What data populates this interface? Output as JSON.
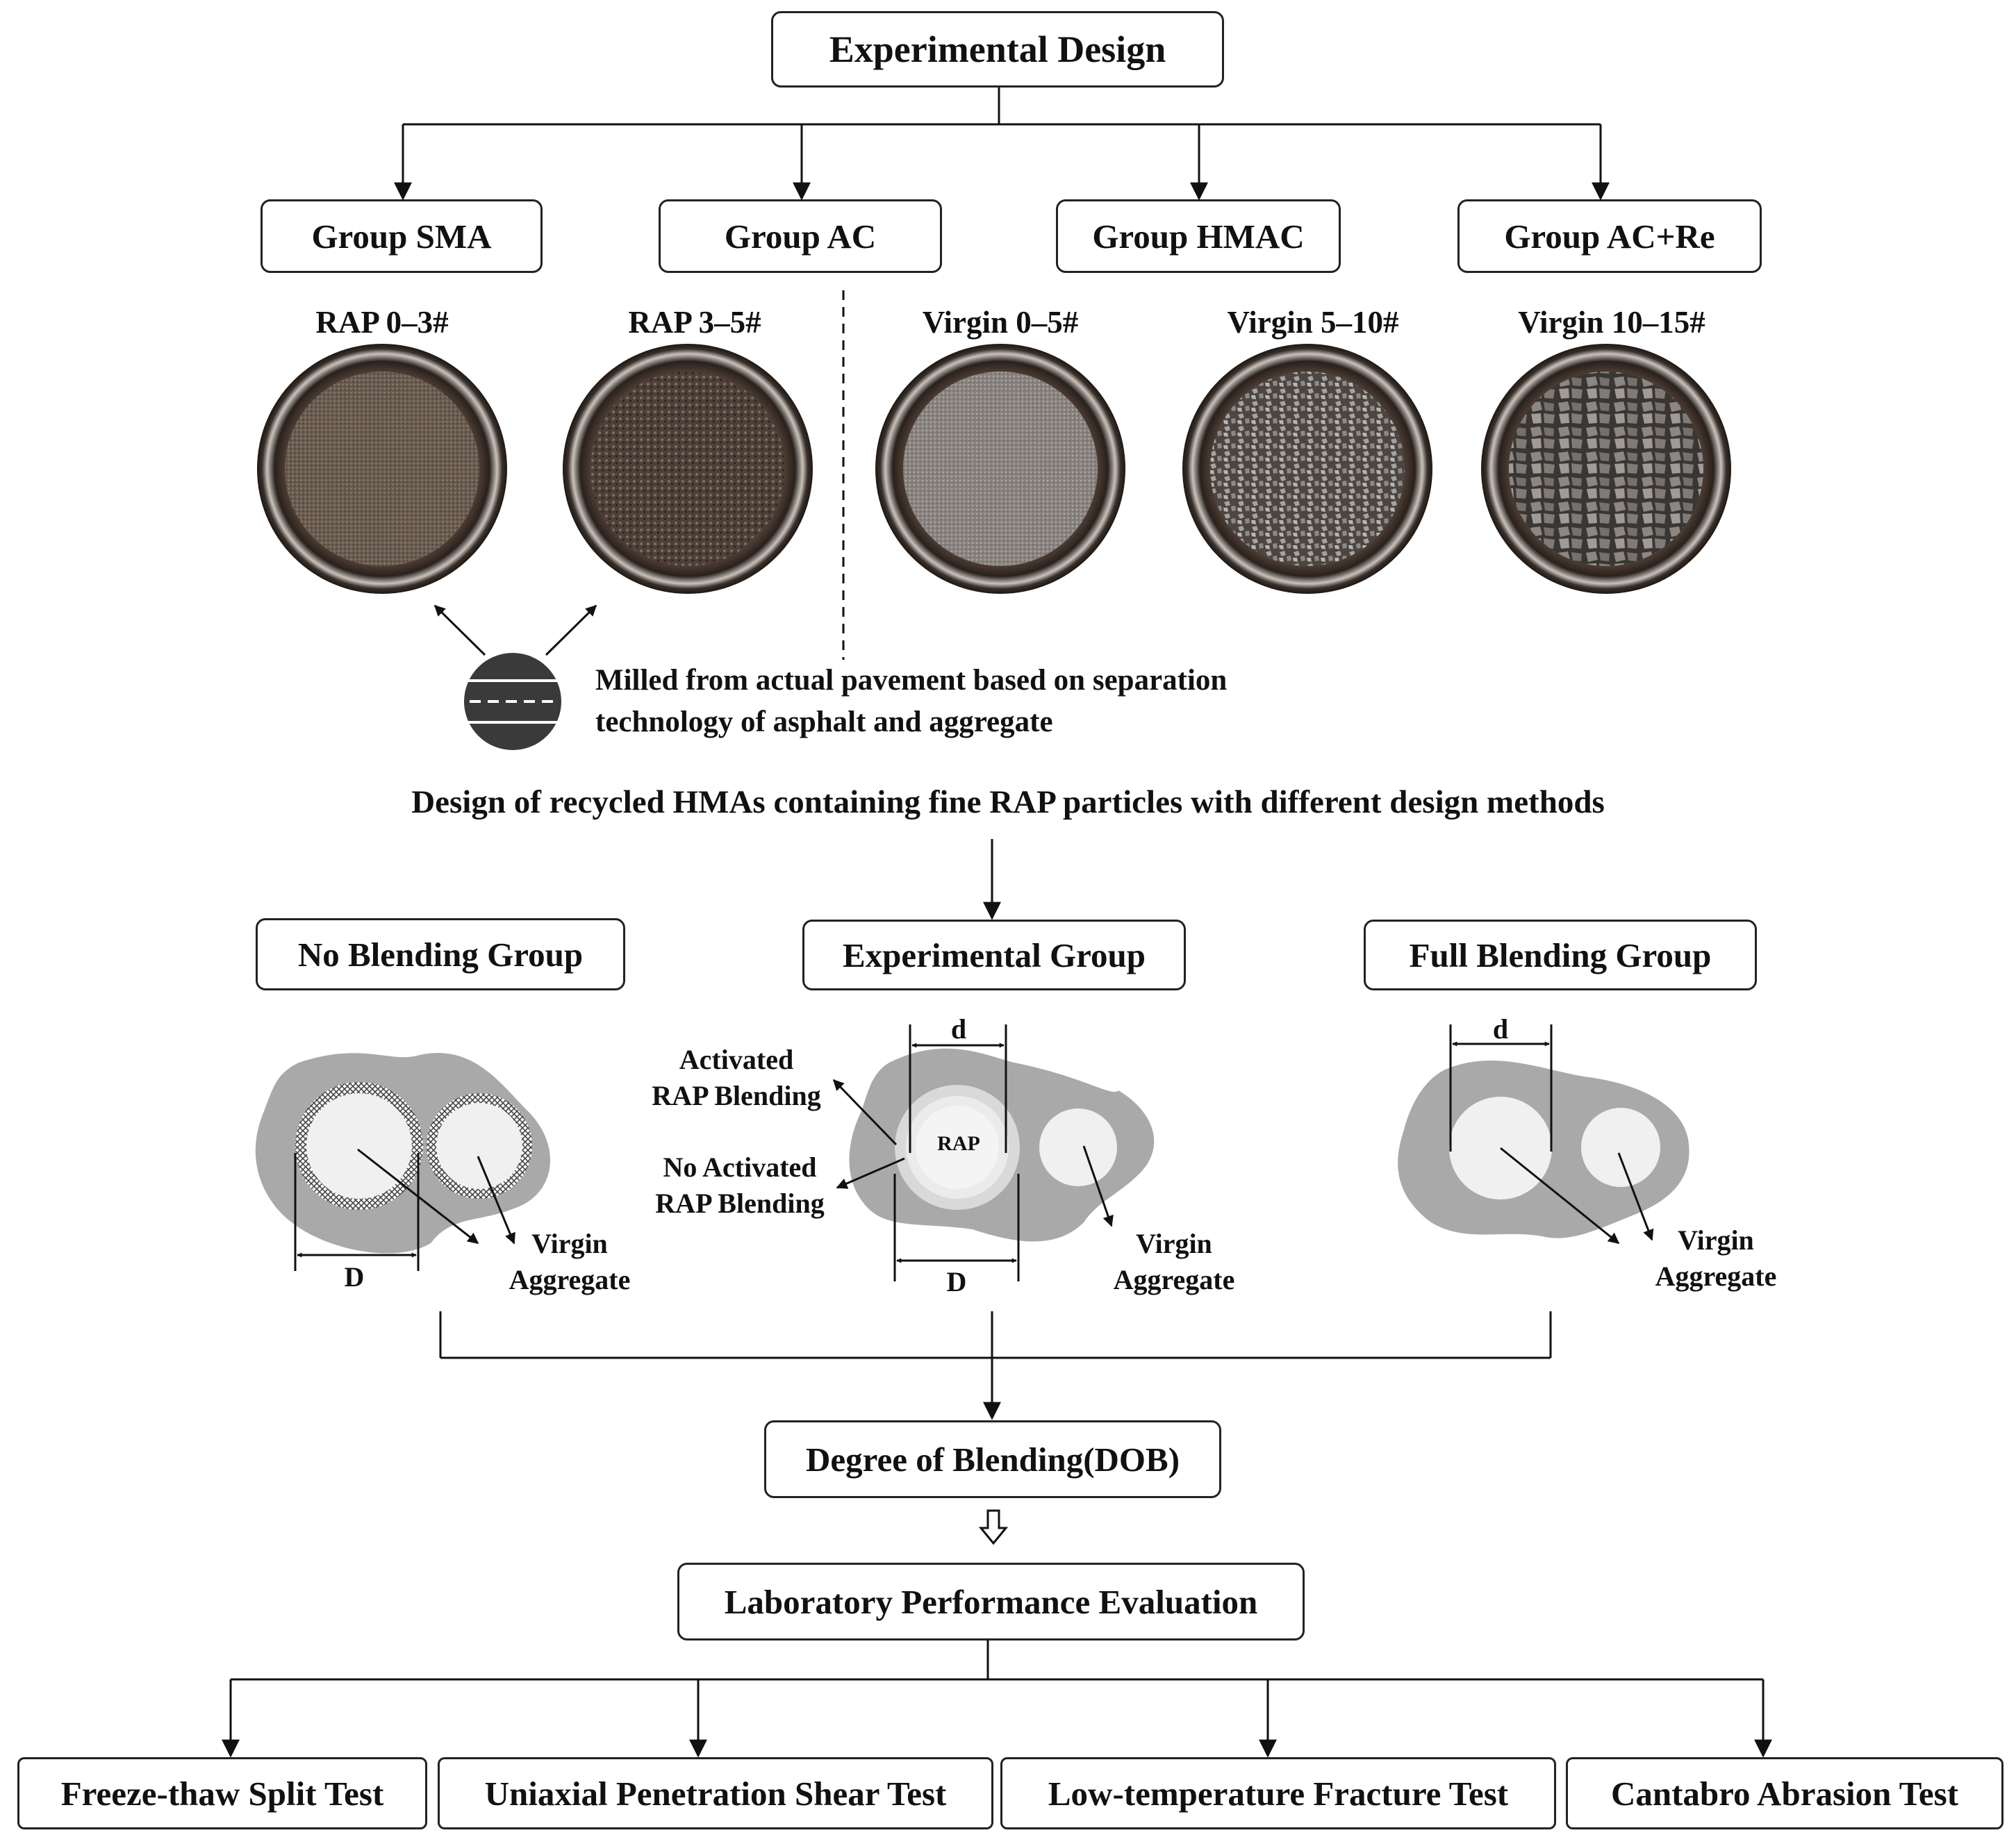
{
  "top": {
    "title": "Experimental Design"
  },
  "groups": [
    "Group SMA",
    "Group AC",
    "Group HMAC",
    "Group AC+Re"
  ],
  "materials": [
    "RAP 0–3#",
    "RAP 3–5#",
    "Virgin 0–5#",
    "Virgin 5–10#",
    "Virgin 10–15#"
  ],
  "pavement_note": [
    "Milled from actual pavement based on separation",
    "technology of asphalt and aggregate"
  ],
  "design_heading": "Design of recycled HMAs containing fine RAP particles with different design methods",
  "blend_groups": [
    "No Blending Group",
    "Experimental Group",
    "Full Blending Group"
  ],
  "schematic": {
    "virgin_label": [
      "Virgin",
      "Aggregate"
    ],
    "dim_D": "D",
    "dim_d": "d",
    "rap_label": "RAP",
    "activated": [
      "Activated",
      "RAP Blending"
    ],
    "no_activated": [
      "No Activated",
      "RAP Blending"
    ]
  },
  "dob": "Degree of Blending(DOB)",
  "lab_eval": "Laboratory Performance Evaluation",
  "tests": [
    "Freeze-thaw Split Test",
    "Uniaxial Penetration Shear Test",
    "Low-temperature Fracture Test",
    "Cantabro Abrasion Test"
  ]
}
